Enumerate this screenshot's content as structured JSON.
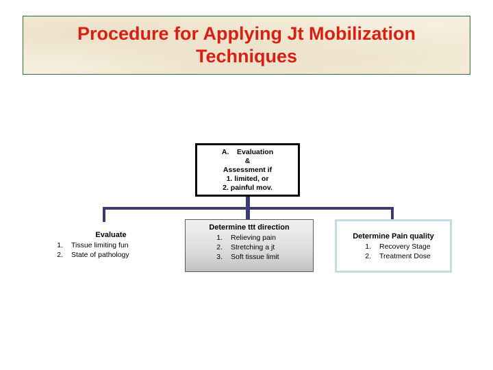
{
  "slide": {
    "title": "Procedure for Applying Jt Mobilization\nTechniques",
    "title_color": "#d81f14",
    "banner_background": "#f6efdd",
    "banner_border_color": "#2e6b33",
    "connector_color": "#3b3b71"
  },
  "diagram": {
    "type": "org-chart",
    "root": {
      "lines": [
        "A.    Evaluation",
        "&",
        "Assessment if",
        "1. limited, or",
        "2. painful mov."
      ],
      "border_color": "#000000",
      "background": "#ffffff"
    },
    "branches": [
      {
        "id": "evaluate",
        "style": "plain-text",
        "heading": "Evaluate",
        "items": [
          {
            "num": "1.",
            "text": "Tissue limiting fun"
          },
          {
            "num": "2.",
            "text": "State of pathology"
          }
        ]
      },
      {
        "id": "determine-ttt-direction",
        "style": "grey-box",
        "heading": "Determine ttt direction",
        "border_color": "#5a5a5a",
        "background": "#d6d6d6",
        "items": [
          {
            "num": "1.",
            "text": "Relieving pain"
          },
          {
            "num": "2.",
            "text": "Stretching a jt"
          },
          {
            "num": "3.",
            "text": "Soft tissue limit"
          }
        ]
      },
      {
        "id": "determine-pain-quality",
        "style": "blue-outline-box",
        "heading": "Determine Pain quality",
        "border_color": "#c3dde2",
        "background": "#ffffff",
        "items": [
          {
            "num": "1.",
            "text": "Recovery Stage"
          },
          {
            "num": "2.",
            "text": "Treatment Dose"
          }
        ]
      }
    ]
  }
}
